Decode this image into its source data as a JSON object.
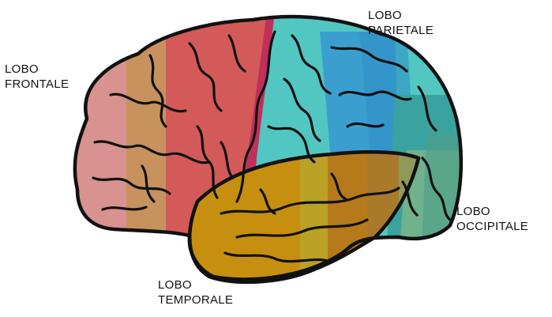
{
  "labels": {
    "frontal": {
      "line1": "LOBO",
      "line2": "FRONTALE"
    },
    "parietal": {
      "line1": "LOBO",
      "line2": "PARIETALE"
    },
    "occipital": {
      "line1": "LOBO",
      "line2": "OCCIPITALE"
    },
    "temporal": {
      "line1": "LOBO",
      "line2": "TEMPORALE"
    }
  },
  "colors": {
    "frontal_light": "#d8928f",
    "frontal_tan": "#c7925e",
    "frontal_main": "#d45a5a",
    "parietal_teal": "#52c7c2",
    "parietal_blue": "#3a9fcf",
    "occipital_green": "#5aa58f",
    "temporal_gold": "#c68f0f",
    "outline": "#111111"
  }
}
